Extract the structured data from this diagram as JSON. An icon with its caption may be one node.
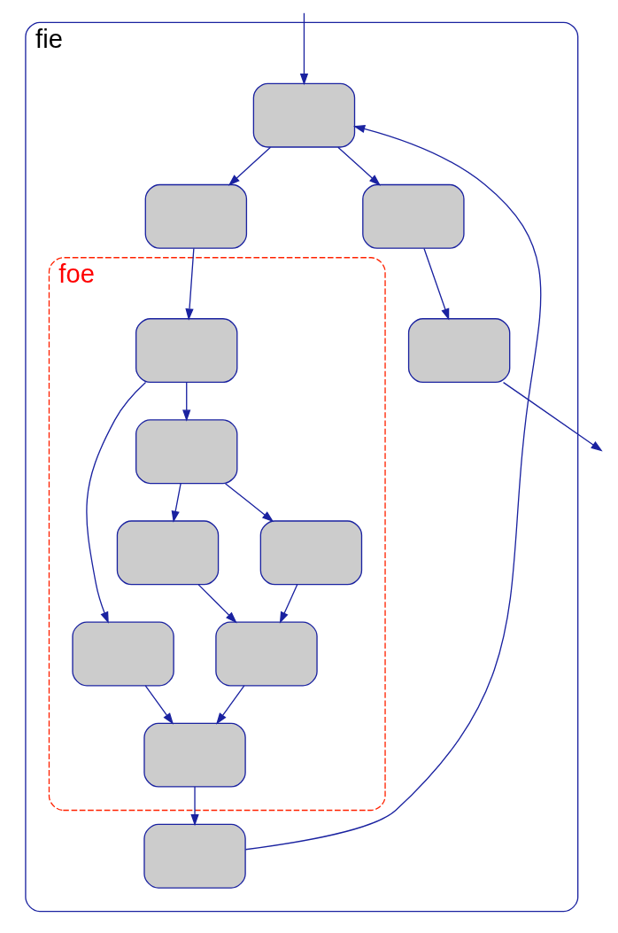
{
  "diagram": {
    "nodes": [
      {
        "text": [
          "fie"
        ]
      },
      {
        "text": [],
        "shape": "box",
        "in": 0
      },
      {
        "text": [],
        "shape": "box",
        "in": 0
      },
      {
        "text": [],
        "shape": "box",
        "in": 0
      },
      {
        "text": [
          "foe"
        ],
        "in": 0
      },
      {
        "text": [],
        "shape": "box",
        "in": 4
      },
      {
        "text": [],
        "shape": "box",
        "in": 4
      },
      {
        "text": [],
        "shape": "box",
        "in": 4
      },
      {
        "text": [],
        "shape": "box",
        "in": 4
      },
      {
        "text": [],
        "shape": "box",
        "in": 4
      },
      {
        "text": [],
        "shape": "box",
        "in": 4
      },
      {
        "text": [],
        "shape": "box",
        "in": 4
      },
      {
        "text": [],
        "shape": "box",
        "in": 0
      },
      {
        "text": [],
        "shape": "box",
        "in": 0
      }
    ],
    "edges": [
      {
        "from": null,
        "to": 1,
        "arrow": "to"
      },
      {
        "from": 1,
        "to": 2,
        "arrow": "to"
      },
      {
        "from": 1,
        "to": 3,
        "arrow": "to"
      },
      {
        "from": 3,
        "to": 5,
        "arrow": "to"
      },
      {
        "from": 5,
        "to": 6,
        "arrow": "to"
      },
      {
        "from": 5,
        "to": 7,
        "arrow": "to"
      },
      {
        "from": 7,
        "to": 8,
        "arrow": "to"
      },
      {
        "from": 7,
        "to": 9,
        "arrow": "to"
      },
      {
        "from": 8,
        "to": 10,
        "arrow": "to"
      },
      {
        "from": 9,
        "to": 10,
        "arrow": "to"
      },
      {
        "from": 6,
        "to": 11,
        "arrow": "to"
      },
      {
        "from": 10,
        "to": 11,
        "arrow": "to"
      },
      {
        "from": 11,
        "to": 13,
        "arrow": "to"
      },
      {
        "from": 13,
        "to": 1,
        "arrow": "to"
      },
      {
        "from": 2,
        "to": 12,
        "arrow": "to"
      },
      {
        "from": 12,
        "to": null,
        "arrow": "to"
      }
    ]
  }
}
